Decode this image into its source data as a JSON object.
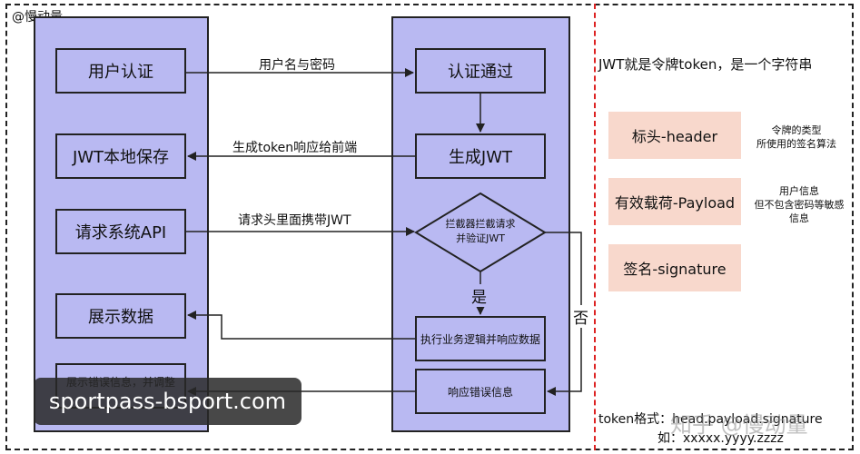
{
  "brand": "@慢动量",
  "left_boxes": {
    "auth": "用户认证",
    "save": "JWT本地保存",
    "request": "请求系统API",
    "display": "展示数据",
    "error": "展示错误信息，并调整"
  },
  "right_boxes": {
    "passed": "认证通过",
    "generate": "生成JWT",
    "interceptor_line1": "拦截器拦截请求",
    "interceptor_line2": "并验证JWT",
    "execute": "执行业务逻辑并响应数据",
    "error_resp": "响应错误信息"
  },
  "arrows": {
    "username_password": "用户名与密码",
    "token_response": "生成token响应给前端",
    "header_jwt": "请求头里面携带JWT",
    "yes": "是",
    "no": "否"
  },
  "info": {
    "title": "JWT就是令牌token，是一个字符串",
    "parts": [
      {
        "label": "标头-header",
        "note": [
          "令牌的类型",
          "所使用的签名算法"
        ]
      },
      {
        "label": "有效载荷-Payload",
        "note": [
          "用户信息",
          "但不包含密码等敏感",
          "信息"
        ]
      },
      {
        "label": "签名-signature",
        "note": []
      }
    ],
    "format_label": "token格式：head.payload.signature",
    "format_example": "如：xxxxx.yyyy.zzzz"
  },
  "watermark": "sportpass-bsport.com",
  "watermark2": "知乎 @慢动量"
}
